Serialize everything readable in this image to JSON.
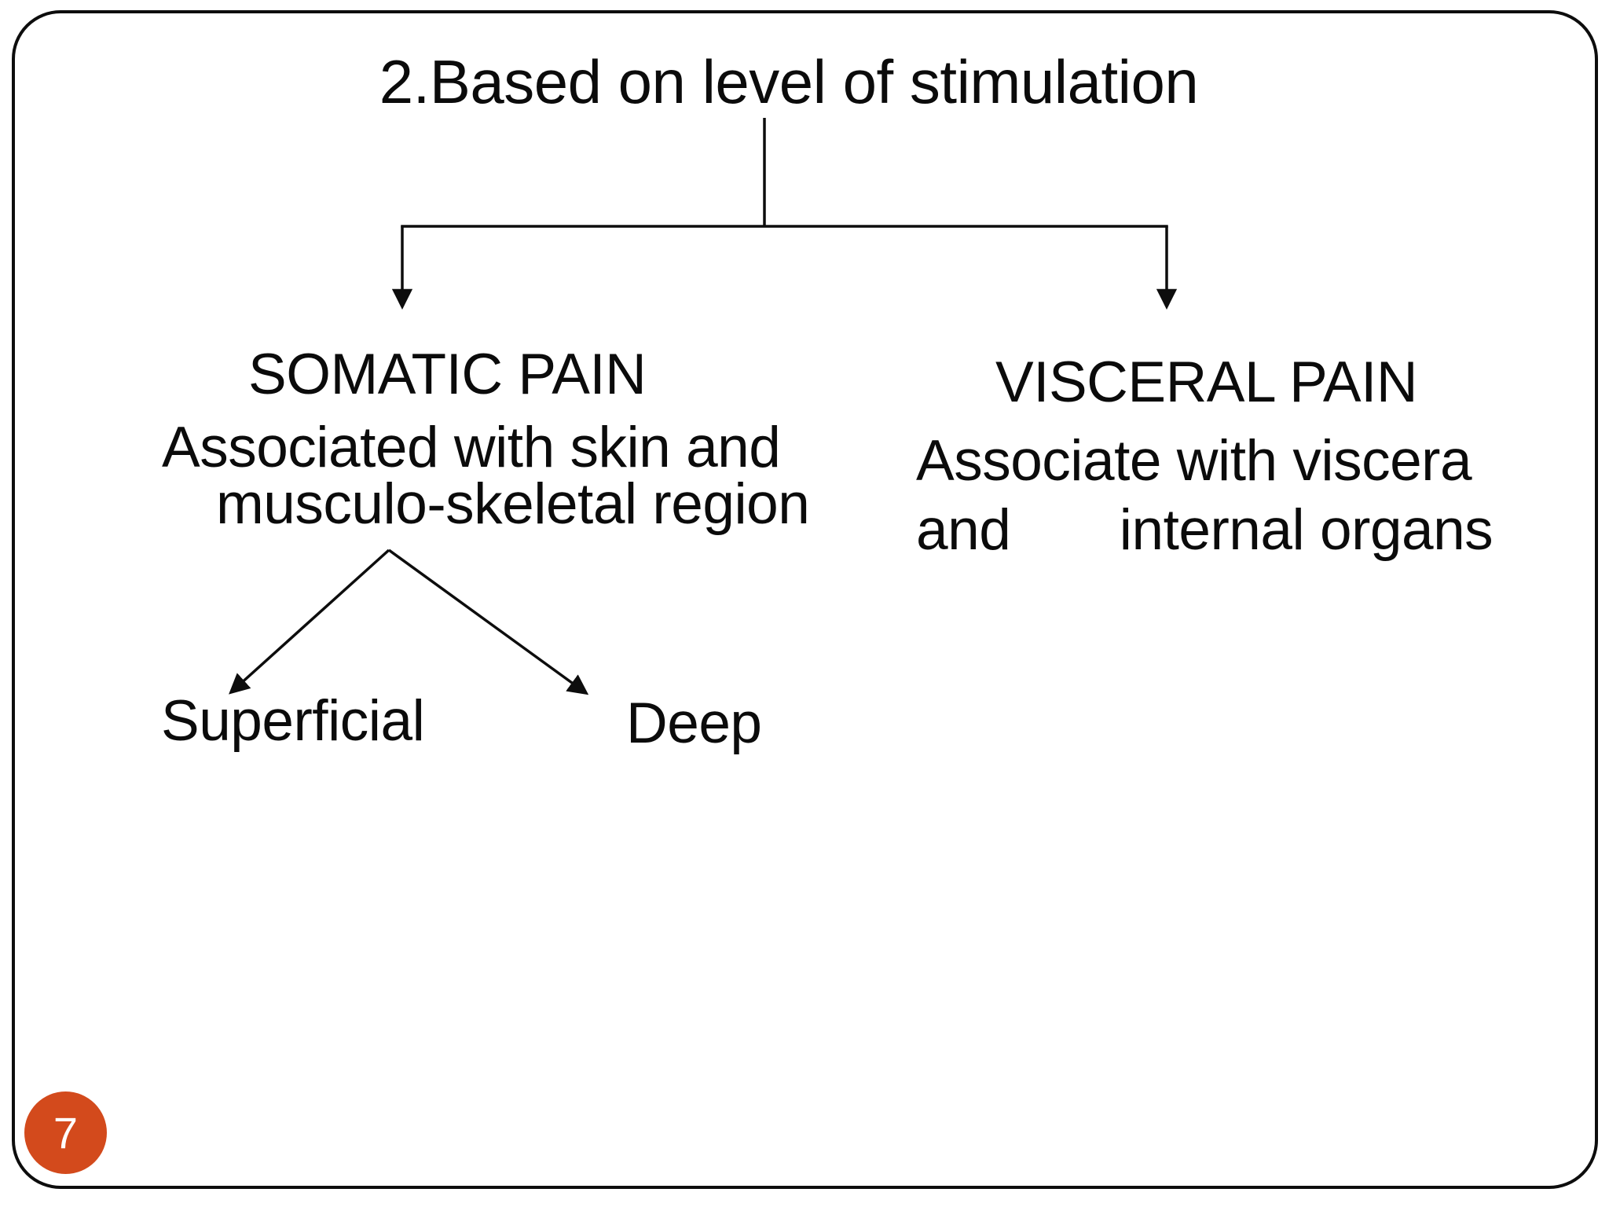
{
  "slide": {
    "page_number": "7",
    "background_color": "#ffffff",
    "border_color": "#0d0d0d",
    "accent_color": "#d34a1c",
    "text_color": "#0b0b0b"
  },
  "diagram": {
    "title": "2.Based on level of stimulation",
    "branches": {
      "somatic": {
        "heading": "SOMATIC PAIN",
        "desc_line1": "Associated with skin and",
        "desc_line2": "musculo-skeletal region",
        "children": {
          "left": "Superficial",
          "right": "Deep"
        }
      },
      "visceral": {
        "heading": "VISCERAL PAIN",
        "desc_line1": "Associate with viscera",
        "desc_line2": "and       internal organs"
      }
    }
  }
}
